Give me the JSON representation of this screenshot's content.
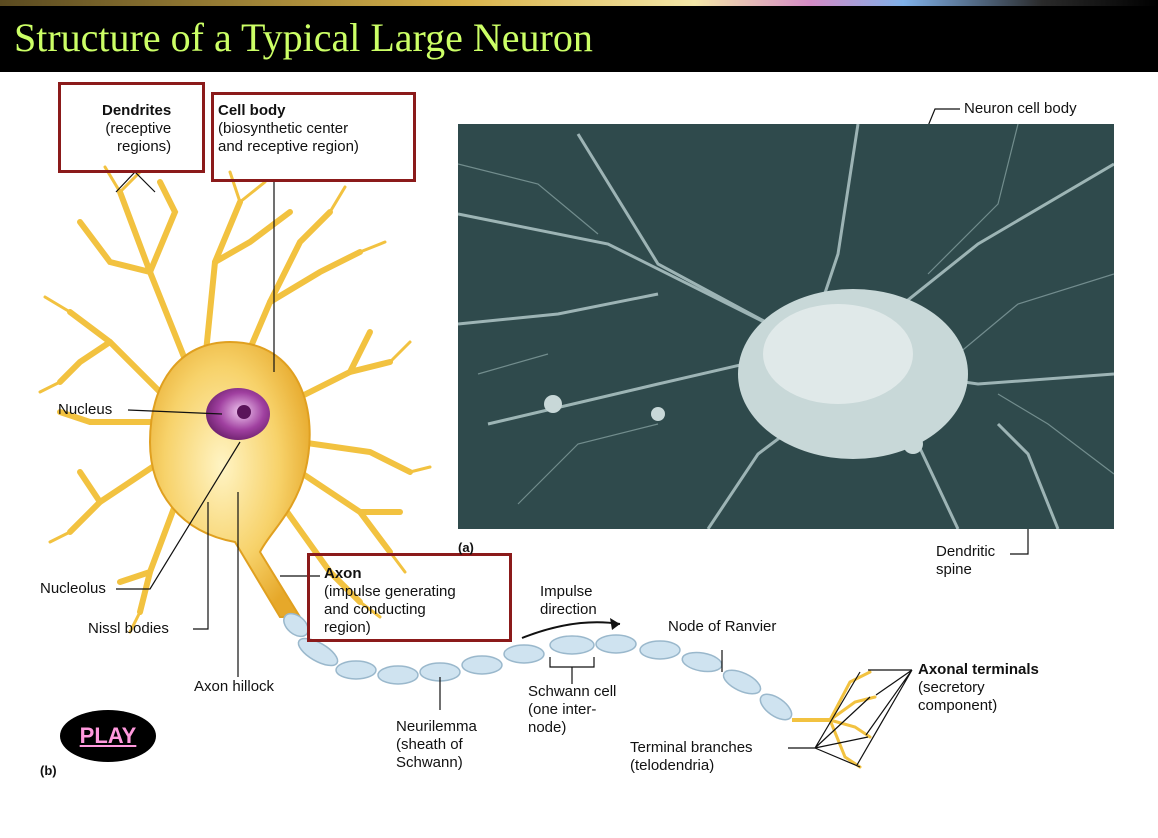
{
  "title": "Structure of a Typical Large Neuron",
  "labels": {
    "dendrites_title": "Dendrites",
    "dendrites_line1": "(receptive",
    "dendrites_line2": "regions)",
    "cellbody_title": "Cell body",
    "cellbody_line1": "(biosynthetic center",
    "cellbody_line2": "and receptive region)",
    "neuron_cell_body": "Neuron cell body",
    "nucleus": "Nucleus",
    "nucleolus": "Nucleolus",
    "nissl": "Nissl bodies",
    "axon_hillock": "Axon hillock",
    "axon_title": "Axon",
    "axon_line1": "(impulse generating",
    "axon_line2": "and conducting",
    "axon_line3": "region)",
    "impulse1": "Impulse",
    "impulse2": "direction",
    "node_ranvier": "Node of Ranvier",
    "schwann1": "Schwann cell",
    "schwann2": "(one inter-",
    "schwann3": "node)",
    "neurilemma1": "Neurilemma",
    "neurilemma2": "(sheath of",
    "neurilemma3": "Schwann)",
    "terminal_branches1": "Terminal branches",
    "terminal_branches2": "(telodendria)",
    "axonal_terminals_title": "Axonal terminals",
    "axonal_terminals_line1": "(secretory",
    "axonal_terminals_line2": "component)",
    "dendritic_spine1": "Dendritic",
    "dendritic_spine2": "spine",
    "panel_a": "(a)",
    "panel_b": "(b)"
  },
  "play_button": "PLAY",
  "colors": {
    "title_bg": "#000000",
    "title_text": "#ccff66",
    "box_border": "#8b1a1a",
    "neuron_fill": "#f5c542",
    "myelin": "#cfe3f0",
    "nucleus": "#9b3a9b",
    "micrograph": "#2f4a4c",
    "play_text": "#ff99dd"
  }
}
